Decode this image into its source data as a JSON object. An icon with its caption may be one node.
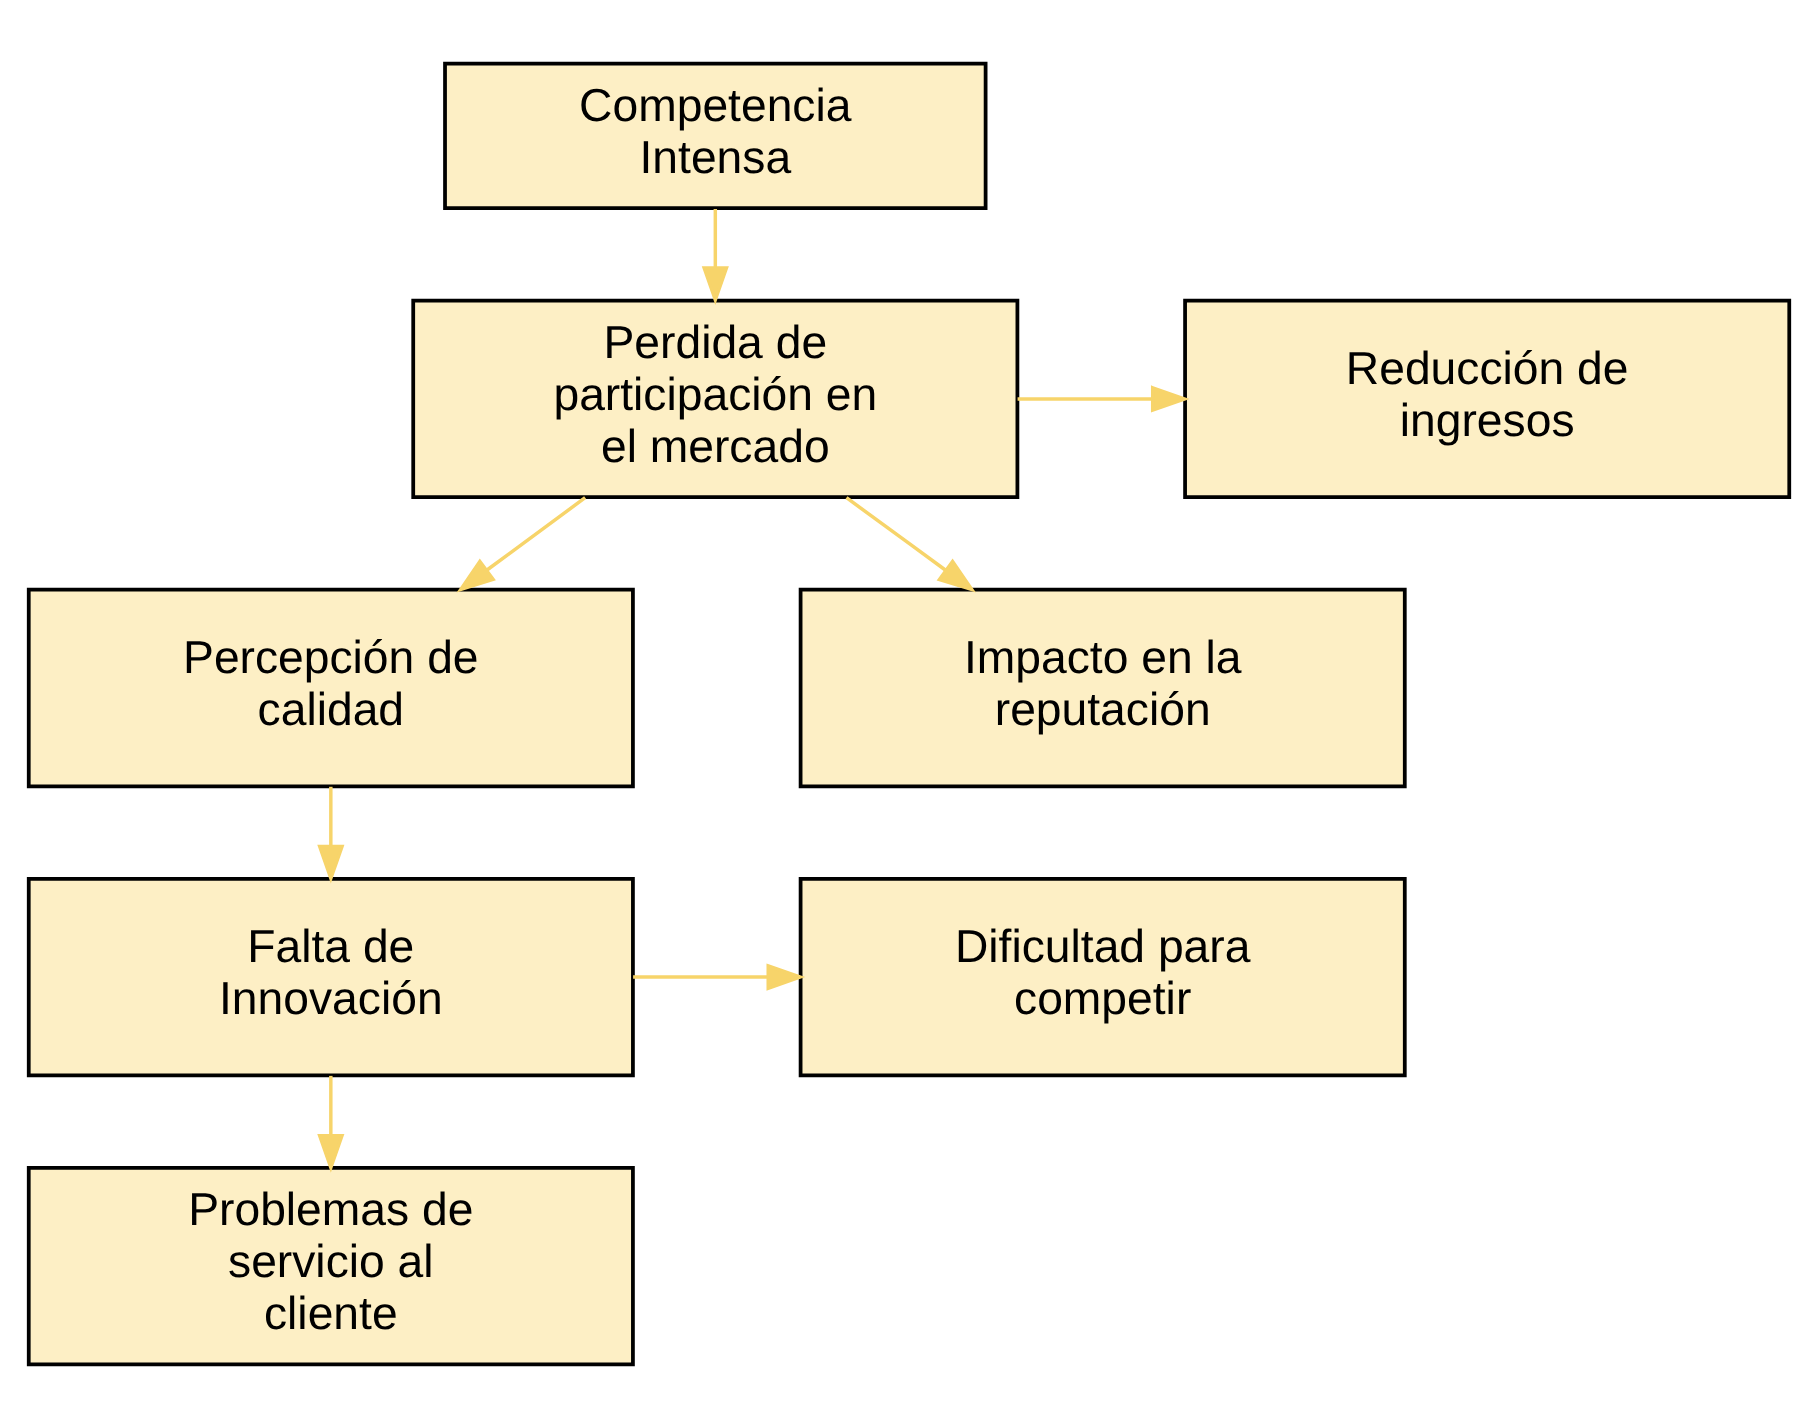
{
  "diagram": {
    "nodes": [
      {
        "text": [
          "Competencia Intensa"
        ]
      },
      {
        "text": [
          "Perdida de participación en el mercado"
        ]
      },
      {
        "text": [
          "Reducción de ingresos"
        ]
      },
      {
        "text": [
          "Percepción de calidad"
        ]
      },
      {
        "text": [
          "Impacto en la reputación"
        ]
      },
      {
        "text": [
          "Falta de Innovación"
        ]
      },
      {
        "text": [
          "Dificultad para competir"
        ]
      },
      {
        "text": [
          "Problemas de servicio al cliente"
        ]
      }
    ],
    "edges": [
      {
        "from": 0,
        "to": 1,
        "arrow": "to"
      },
      {
        "from": 1,
        "to": 2,
        "arrow": "to"
      },
      {
        "from": 1,
        "to": 3,
        "arrow": "to"
      },
      {
        "from": 1,
        "to": 4,
        "arrow": "to"
      },
      {
        "from": 3,
        "to": 5,
        "arrow": "to"
      },
      {
        "from": 5,
        "to": 6,
        "arrow": "to"
      },
      {
        "from": 5,
        "to": 7,
        "arrow": "to"
      }
    ]
  }
}
